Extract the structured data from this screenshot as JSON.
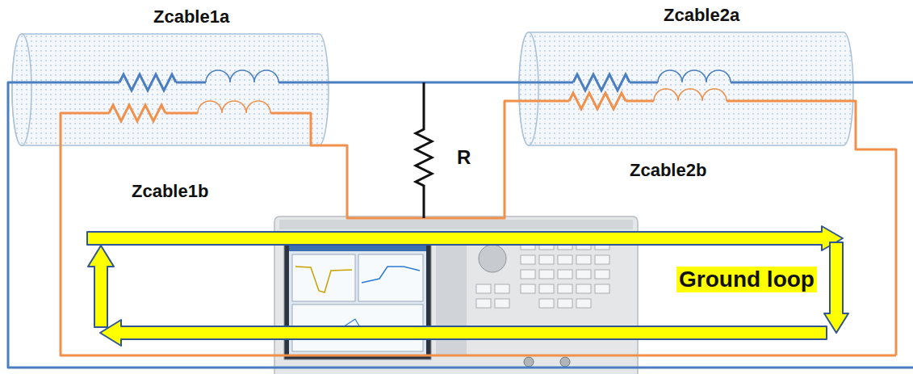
{
  "diagram": {
    "labels": [
      "Zcable1a",
      "Zcable2a",
      "Zcable1b",
      "R",
      "Zcable2b",
      "Ground loop"
    ]
  }
}
